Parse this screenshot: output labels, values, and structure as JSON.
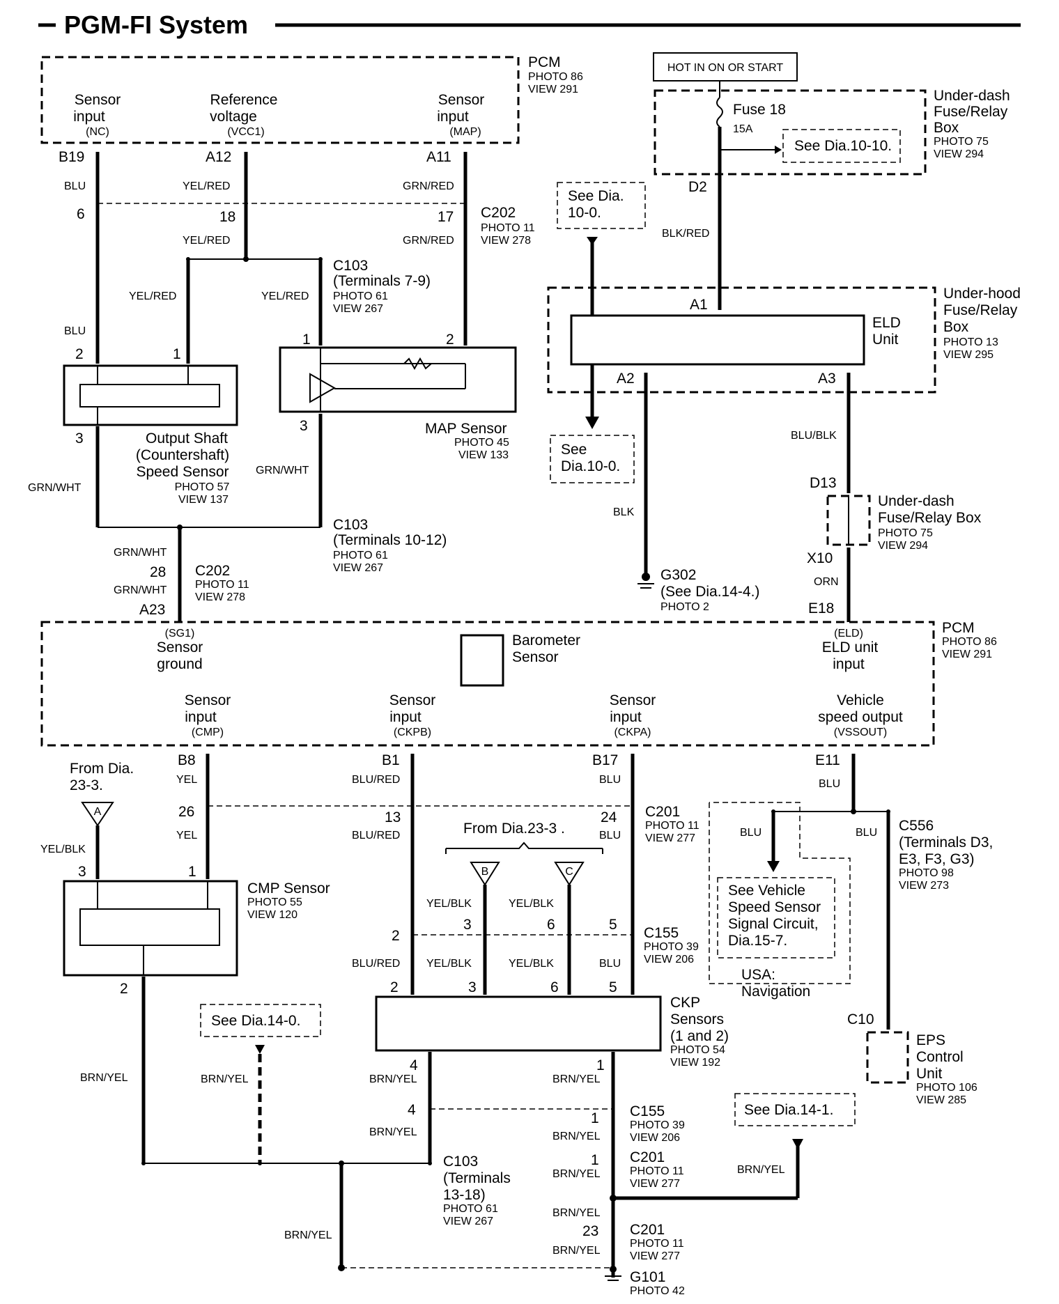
{
  "title": "PGM-FI System",
  "pcm_top": {
    "name": "PCM",
    "photo": "PHOTO 86",
    "view": "VIEW 291",
    "pins": [
      {
        "l1": "Sensor",
        "l2": "input",
        "sig": "(NC)",
        "pin": "B19",
        "wire": "BLU"
      },
      {
        "l1": "Reference",
        "l2": "voltage",
        "sig": "(VCC1)",
        "pin": "A12",
        "wire": "YEL/RED"
      },
      {
        "l1": "Sensor",
        "l2": "input",
        "sig": "(MAP)",
        "pin": "A11",
        "wire": "GRN/RED"
      }
    ]
  },
  "hot_label": "HOT IN ON OR START",
  "underdash_box": {
    "l1": "Under-dash",
    "l2": "Fuse/Relay",
    "l3": "Box",
    "photo": "PHOTO 75",
    "view": "VIEW 294"
  },
  "fuse": {
    "name": "Fuse 18",
    "rating": "15A",
    "see": "See Dia.10-10.",
    "pin": "D2",
    "wire": "BLK/RED"
  },
  "see_100_top": {
    "l1": "See Dia.",
    "l2": "10-0."
  },
  "see_100_bottom": {
    "l1": "See",
    "l2": "Dia.10-0."
  },
  "c202_top": {
    "name": "C202",
    "photo": "PHOTO 11",
    "view": "VIEW 278",
    "pin_blu": "6",
    "pin_yel": "18",
    "pin_grn": "17",
    "wire_yel": "YEL/RED",
    "wire_grn": "GRN/RED"
  },
  "c103_a": {
    "name": "C103",
    "terms": "(Terminals 7-9)",
    "photo": "PHOTO 61",
    "view": "VIEW 267",
    "wire_l": "YEL/RED",
    "wire_r": "YEL/RED"
  },
  "oss": {
    "l1": "Output Shaft",
    "l2": "(Countershaft)",
    "l3": "Speed Sensor",
    "photo": "PHOTO 57",
    "view": "VIEW 137",
    "pin2": "2",
    "pin1": "1",
    "pin3": "3",
    "wire_blu": "BLU",
    "wire_out": "GRN/WHT"
  },
  "map": {
    "name": "MAP Sensor",
    "photo": "PHOTO 45",
    "view": "VIEW 133",
    "pin1": "1",
    "pin2": "2",
    "pin3": "3",
    "wire_out": "GRN/WHT"
  },
  "c103_b": {
    "name": "C103",
    "terms": "(Terminals 10-12)",
    "photo": "PHOTO 61",
    "view": "VIEW 267"
  },
  "c202_bot": {
    "name": "C202",
    "photo": "PHOTO 11",
    "view": "VIEW 278",
    "pin": "28",
    "wire_a": "GRN/WHT",
    "wire_b": "GRN/WHT",
    "pcm_pin": "A23"
  },
  "eld_box": {
    "l1": "Under-hood",
    "l2": "Fuse/Relay",
    "l3": "Box",
    "photo": "PHOTO 13",
    "view": "VIEW 295",
    "unit1": "ELD",
    "unit2": "Unit",
    "a1": "A1",
    "a2": "A2",
    "a3": "A3"
  },
  "g302": {
    "wire": "BLK",
    "name": "G302",
    "see": "(See Dia.14-4.)",
    "photo": "PHOTO 2"
  },
  "underdash2": {
    "l1": "Under-dash",
    "l2": "Fuse/Relay Box",
    "photo": "PHOTO 75",
    "view": "VIEW 294",
    "d13": "D13",
    "x10": "X10",
    "wire_in": "BLU/BLK",
    "wire_out": "ORN",
    "e18": "E18"
  },
  "pcm_mid": {
    "name": "PCM",
    "photo": "PHOTO 86",
    "view": "VIEW 291",
    "sg1": {
      "sig": "(SG1)",
      "l1": "Sensor",
      "l2": "ground"
    },
    "baro": {
      "l1": "Barometer",
      "l2": "Sensor"
    },
    "eld": {
      "sig": "(ELD)",
      "l1": "ELD unit",
      "l2": "input"
    },
    "pins": [
      {
        "l1": "Sensor",
        "l2": "input",
        "sig": "(CMP)",
        "pin": "B8",
        "wire": "YEL"
      },
      {
        "l1": "Sensor",
        "l2": "input",
        "sig": "(CKPB)",
        "pin": "B1",
        "wire": "BLU/RED"
      },
      {
        "l1": "Sensor",
        "l2": "input",
        "sig": "(CKPA)",
        "pin": "B17",
        "wire": "BLU"
      },
      {
        "l1": "Vehicle",
        "l2": "speed output",
        "sig": "(VSSOUT)",
        "pin": "E11",
        "wire": "BLU"
      }
    ]
  },
  "from_a": {
    "l1": "From Dia.",
    "l2": "23-3.",
    "letter": "A",
    "wire": "YEL/BLK"
  },
  "c201_a": {
    "name": "C201",
    "photo": "PHOTO 11",
    "view": "VIEW 277",
    "p26": "26",
    "p13": "13",
    "p24": "24",
    "w_yel": "YEL",
    "w_blured": "BLU/RED",
    "w_blu": "BLU"
  },
  "cmp": {
    "name": "CMP Sensor",
    "photo": "PHOTO 55",
    "view": "VIEW 120",
    "pin3": "3",
    "pin1": "1",
    "pin2": "2"
  },
  "from_bc": {
    "label": "From Dia.23-3 .",
    "b": "B",
    "c": "C",
    "wire": "YEL/BLK",
    "pin3": "3",
    "pin6": "6"
  },
  "c155_a": {
    "name": "C155",
    "photo": "PHOTO 39",
    "view": "VIEW 206",
    "p2": "2",
    "p5": "5"
  },
  "ckp": {
    "l1": "CKP",
    "l2": "Sensors",
    "l3": "(1 and 2)",
    "photo": "PHOTO 54",
    "view": "VIEW 192",
    "p2": "2",
    "p3": "3",
    "p6": "6",
    "p5": "5",
    "p4": "4",
    "p1": "1",
    "w_blured": "BLU/RED",
    "w_yelblk1": "YEL/BLK",
    "w_yelblk2": "YEL/BLK",
    "w_blu": "BLU"
  },
  "vss": {
    "l1": "See Vehicle",
    "l2": "Speed Sensor",
    "l3": "Signal Circuit,",
    "l4": "Dia.15-7.",
    "usa1": "USA:",
    "usa2": "Navigation",
    "wire_l": "BLU",
    "wire_r": "BLU"
  },
  "c556": {
    "name": "C556",
    "l1": "(Terminals D3,",
    "l2": "E3, F3, G3)",
    "photo": "PHOTO 98",
    "view": "VIEW 273",
    "c10": "C10"
  },
  "eps": {
    "l1": "EPS",
    "l2": "Control",
    "l3": "Unit",
    "photo": "PHOTO 106",
    "view": "VIEW 285"
  },
  "see_140": "See Dia.14-0.",
  "see_141": "See Dia.14-1.",
  "brn_yel": "BRN/YEL",
  "c155_b": {
    "name": "C155",
    "photo": "PHOTO 39",
    "view": "VIEW 206",
    "p4": "4",
    "p1": "1"
  },
  "c103_c": {
    "name": "C103",
    "l1": "(Terminals",
    "l2": "13-18)",
    "photo": "PHOTO 61",
    "view": "VIEW 267"
  },
  "c201_b": {
    "name": "C201",
    "photo": "PHOTO 11",
    "view": "VIEW 277",
    "pin": "1"
  },
  "c201_c": {
    "name": "C201",
    "photo": "PHOTO 11",
    "view": "VIEW 277",
    "pin": "23"
  },
  "g101": {
    "name": "G101",
    "photo": "PHOTO 42"
  }
}
